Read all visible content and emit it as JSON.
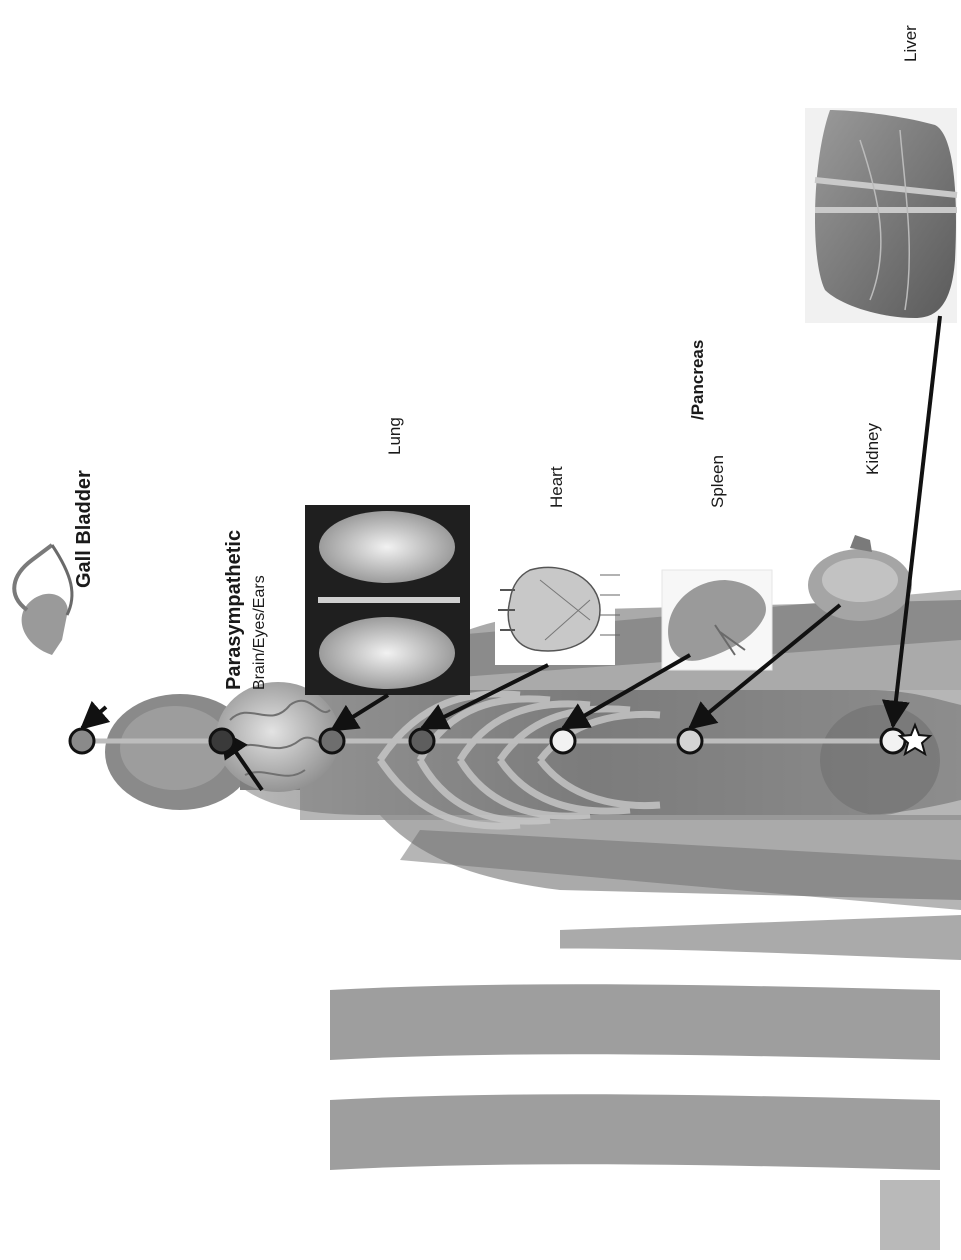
{
  "labels": {
    "gall_bladder": "Gall Bladder",
    "parasympathetic": "Parasympathetic",
    "brain_eyes_ears": "Brain/Eyes/Ears",
    "lung": "Lung",
    "heart": "Heart",
    "pancreas": "/Pancreas",
    "spleen": "Spleen",
    "kidney": "Kidney",
    "liver": "Liver"
  },
  "markers": [
    {
      "organ": "gall-bladder",
      "fill": "#8a8a8a"
    },
    {
      "organ": "brain",
      "fill": "#3a3a3a"
    },
    {
      "organ": "lung",
      "fill": "#6e6e6e"
    },
    {
      "organ": "heart",
      "fill": "#5e5e5e"
    },
    {
      "organ": "spleen",
      "fill": "#f2f2f2"
    },
    {
      "organ": "kidney",
      "fill": "#d4d4d4"
    },
    {
      "organ": "liver",
      "fill": "#f2f2f2"
    }
  ],
  "colors": {
    "arrow": "#111111",
    "spine": "#bdbdbd",
    "body": "#8c8c8c"
  }
}
